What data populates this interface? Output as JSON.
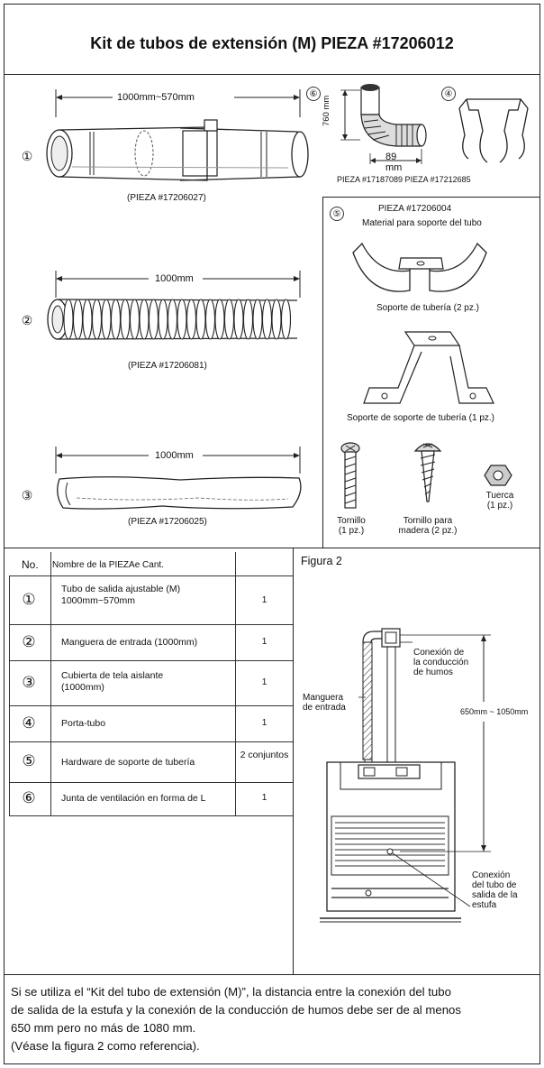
{
  "title": "Kit de tubos de extensión (M) PIEZA #17206012",
  "parts": {
    "p1": {
      "marker": "①",
      "dimension": "1000mm~570mm",
      "code": "(PIEZA #17206027)"
    },
    "p2": {
      "marker": "②",
      "dimension": "1000mm",
      "code": "(PIEZA #17206081)"
    },
    "p3": {
      "marker": "③",
      "dimension": "1000mm",
      "code": "(PIEZA #17206025)"
    },
    "p6": {
      "marker": "⑥",
      "dim_height": "760 mm",
      "dim_width": "89",
      "dim_width_unit": "mm",
      "codes": "PIEZA #17187089 PIEZA #17212685"
    },
    "p4": {
      "marker": "④"
    },
    "p5": {
      "marker": "⑤",
      "code": "PIEZA #17206004",
      "heading": "Material para soporte del tubo",
      "support": "Soporte de tubería (2 pz.)",
      "bracket": "Soporte de soporte de tubería (1 pz.)",
      "screw": "Tornillo",
      "screw_qty": "(1 pz.)",
      "wood_screw": "Tornillo para",
      "wood_screw_qty": "madera (2 pz.)",
      "nut": "Tuerca",
      "nut_qty": "(1 pz.)"
    }
  },
  "table": {
    "header_no": "No.",
    "header_name": "Nombre de la PIEZAe Cant.",
    "rows": [
      {
        "no": "①",
        "name": "Tubo de salida ajustable (M) 1000mm~570mm",
        "qty": "1"
      },
      {
        "no": "②",
        "name": "Manguera de entrada (1000mm)",
        "qty": "1"
      },
      {
        "no": "③",
        "name": "Cubierta de tela aislante (1000mm)",
        "qty": "1"
      },
      {
        "no": "④",
        "name": "Porta-tubo",
        "qty": "1"
      },
      {
        "no": "⑤",
        "name": "Hardware de soporte de tubería",
        "qty": "2 conjuntos"
      },
      {
        "no": "⑥",
        "name": "Junta de ventilación en forma de L",
        "qty": "1"
      }
    ]
  },
  "figure": {
    "title": "Figura 2",
    "flue_conn_1": "Conexión de",
    "flue_conn_2": "la conducción",
    "flue_conn_3": "de humos",
    "hose_1": "Manguera",
    "hose_2": "de entrada",
    "range": "650mm ~ 1050mm",
    "outlet_1": "Conexión",
    "outlet_2": "del tubo de",
    "outlet_3": "salida de la",
    "outlet_4": "estufa"
  },
  "note": {
    "line1": "Si se utiliza el “Kit del tubo de extensión (M)”, la distancia entre la conexión del tubo",
    "line2": "de salida de la estufa y la conexión de la conducción de humos debe ser de al menos",
    "line3": "650 mm pero no más de 1080 mm.",
    "line4": "(Véase la figura 2 como referencia)."
  }
}
